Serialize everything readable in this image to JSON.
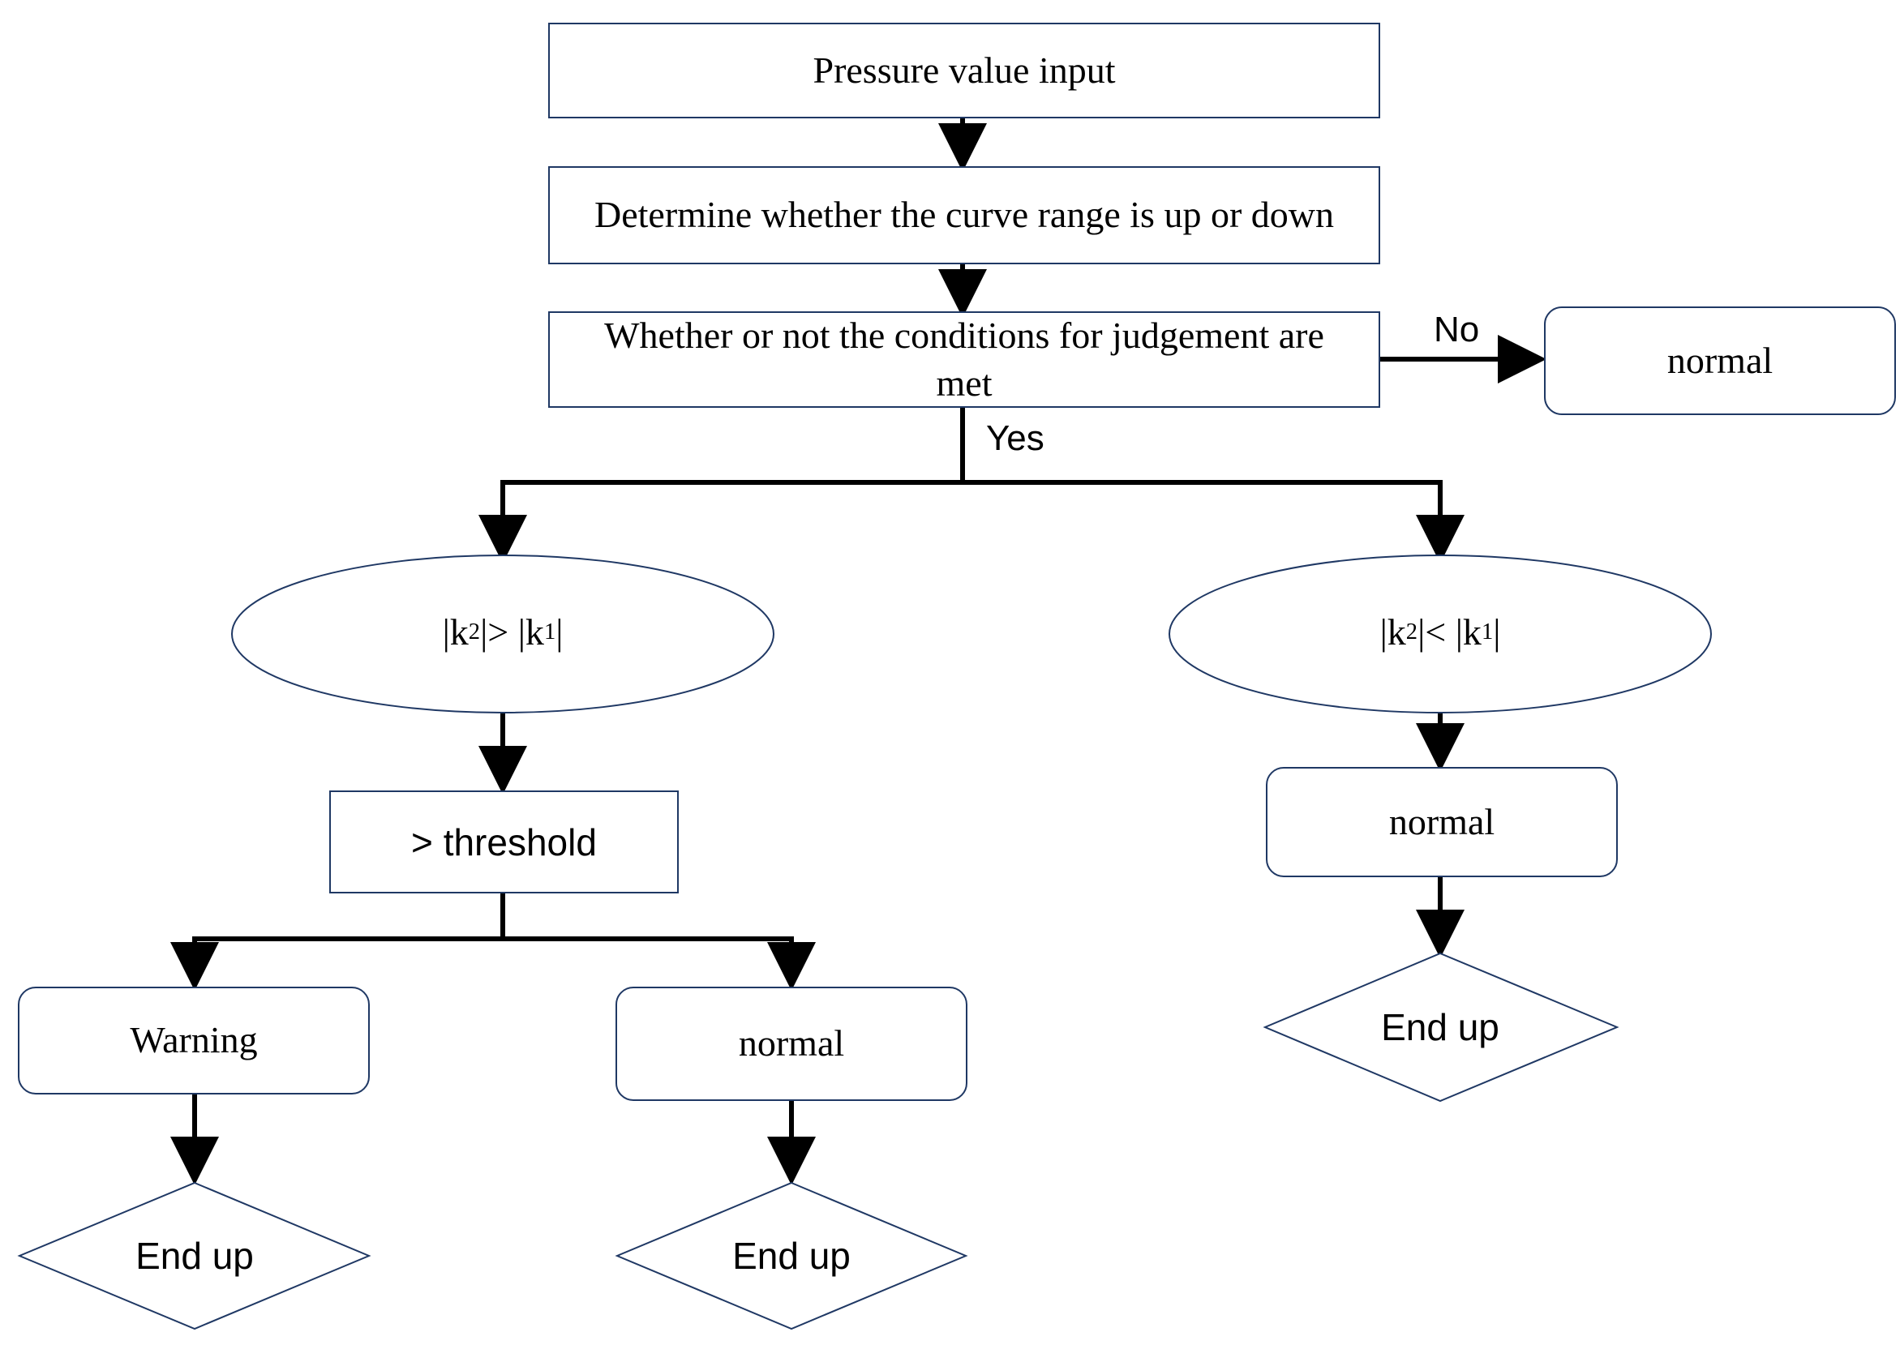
{
  "nodes": {
    "input": "Pressure value input",
    "determine": "Determine whether the curve range is up or down",
    "conditions": "Whether or not the conditions for judgement are met",
    "normal_no": "normal",
    "cond_left": {
      "a": "|k",
      "a_sub": "2",
      "op": "|> |k",
      "b_sub": "1",
      "end": "|"
    },
    "cond_right": {
      "a": "|k",
      "a_sub": "2",
      "op": "|< |k",
      "b_sub": "1",
      "end": "|"
    },
    "threshold": "> threshold",
    "normal_right": "normal",
    "warning": "Warning",
    "normal_mid": "normal",
    "end_left": "End up",
    "end_mid": "End up",
    "end_right": "End up"
  },
  "edges": {
    "no_label": "No",
    "yes_label": "Yes"
  },
  "colors": {
    "shape_border": "#1f3864",
    "arrow": "#000000"
  }
}
